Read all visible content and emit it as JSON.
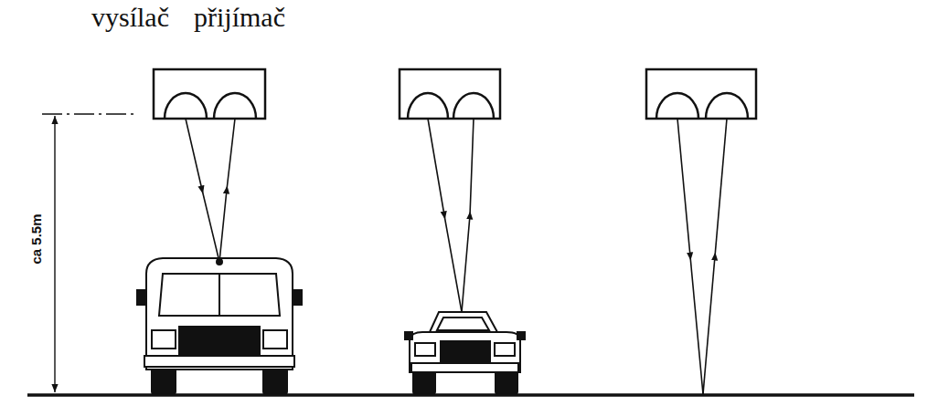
{
  "diagram": {
    "labels": [
      "vysílač",
      "přijímač",
      "ca 5.5m"
    ]
  }
}
